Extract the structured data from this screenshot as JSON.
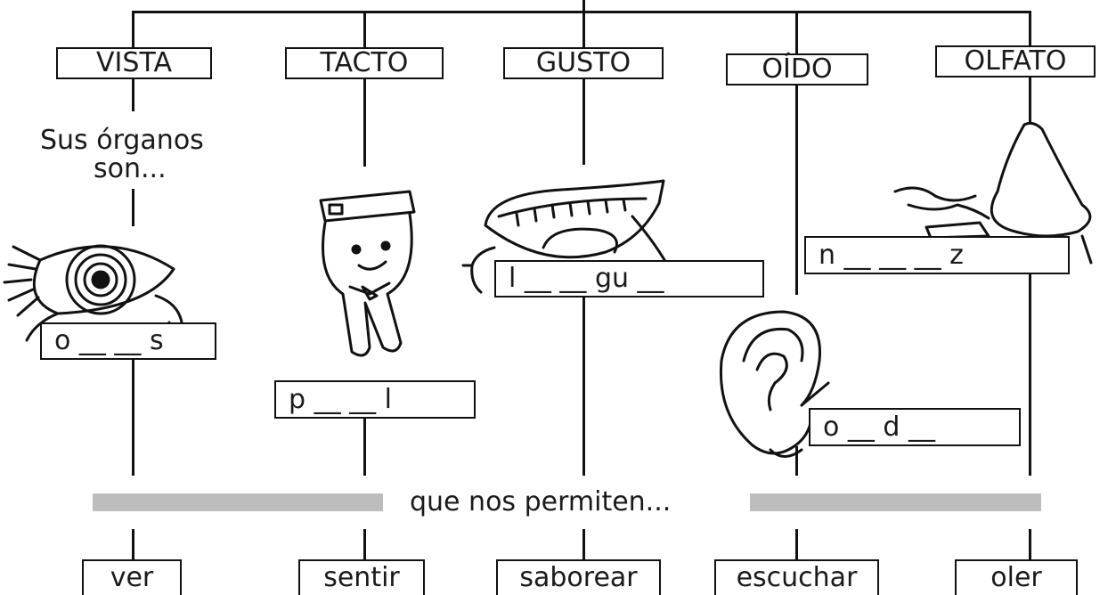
{
  "senses": [
    {
      "name": "VISTA",
      "organ_blank": "o __ __ s",
      "verb": "ver"
    },
    {
      "name": "TACTO",
      "organ_blank": "p __ __ l",
      "verb": "sentir"
    },
    {
      "name": "GUSTO",
      "organ_blank": "l __ __ gu __",
      "verb": "saborear"
    },
    {
      "name": "OÍDO",
      "organ_blank": "o __ d __",
      "verb": "escuchar"
    },
    {
      "name": "OLFATO",
      "organ_blank": "n __ __ __ z",
      "verb": "oler"
    }
  ],
  "organs_caption_line1": "Sus órganos",
  "organs_caption_line2": "son...",
  "connector_text": "que nos permiten...",
  "colors": {
    "line": "#111111",
    "bar": "#bdbdbd"
  },
  "icons": [
    "eye-icon",
    "hand-icon",
    "mouth-icon",
    "ear-icon",
    "nose-icon"
  ]
}
